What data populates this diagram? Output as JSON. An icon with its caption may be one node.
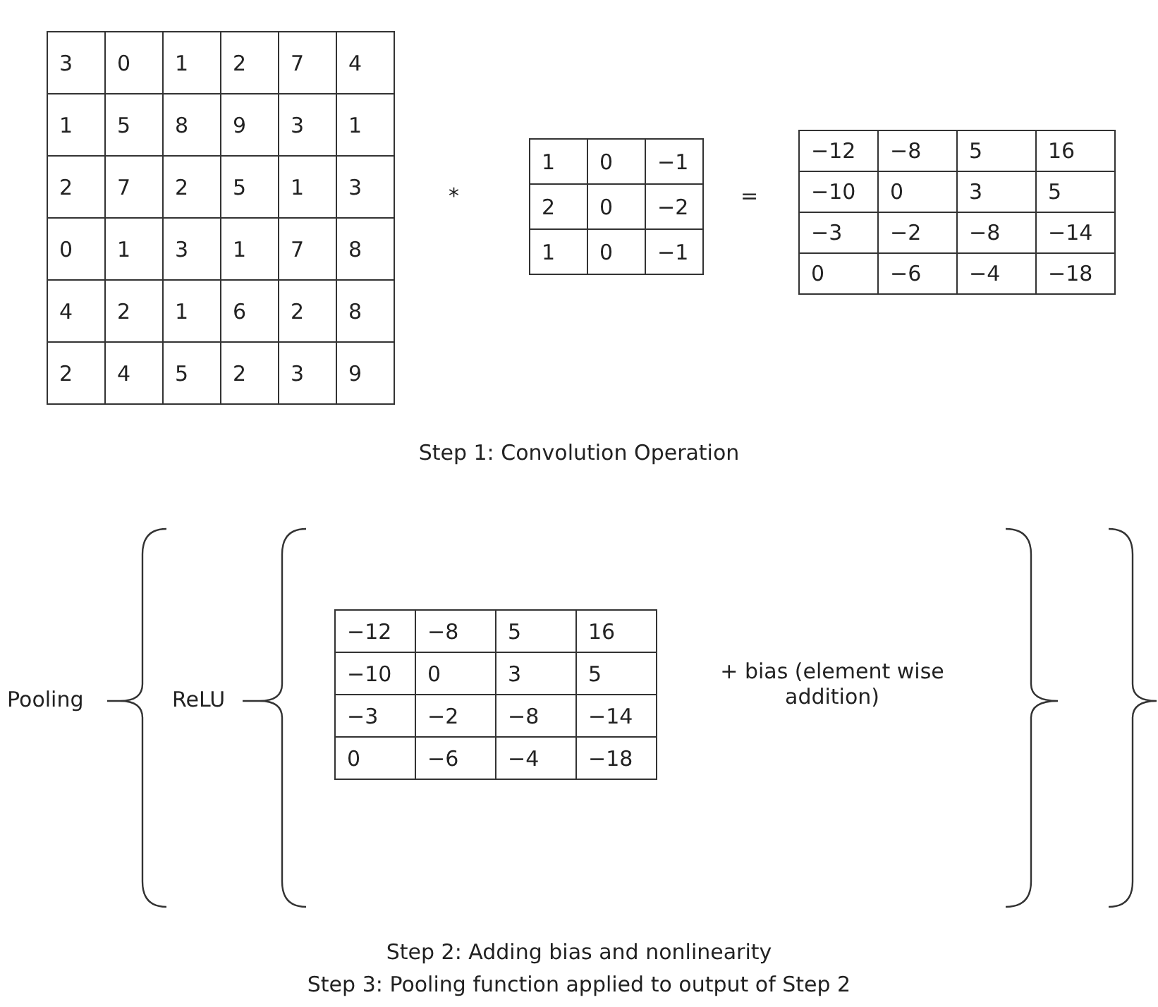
{
  "diagram": {
    "labels": [
      "3",
      "0",
      "1",
      "2",
      "7",
      "4",
      "1",
      "5",
      "8",
      "9",
      "3",
      "1",
      "2",
      "7",
      "2",
      "5",
      "1",
      "3",
      "0",
      "1",
      "3",
      "1",
      "7",
      "8",
      "4",
      "2",
      "1",
      "6",
      "2",
      "8",
      "2",
      "4",
      "5",
      "2",
      "3",
      "9",
      "*",
      "1",
      "0",
      "−1",
      "2",
      "0",
      "−2",
      "1",
      "0",
      "−1",
      "=",
      "−12",
      "−8",
      "5",
      "16",
      "−10",
      "0",
      "3",
      "5",
      "−3",
      "−2",
      "−8",
      "−14",
      "0",
      "−6",
      "−4",
      "−18",
      "Step 1: Convolution  Operation",
      "Pooling",
      "ReLU",
      "−12",
      "−8",
      "5",
      "16",
      "−10",
      "0",
      "3",
      "5",
      "−3",
      "−2",
      "−8",
      "−14",
      "0",
      "−6",
      "−4",
      "−18",
      "+ bias (element wise addition)",
      "Step 2: Adding bias and nonlinearity",
      "Step 3: Pooling function applied to output of Step 2"
    ]
  }
}
